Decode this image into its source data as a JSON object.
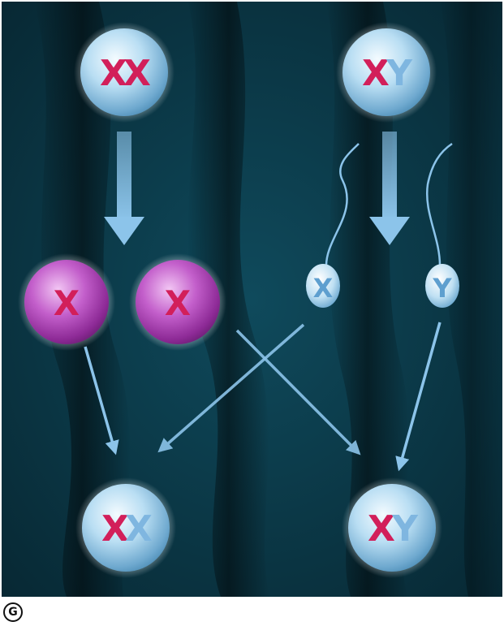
{
  "diagram": {
    "parents": {
      "female": {
        "chromosomes": [
          "X",
          "X"
        ]
      },
      "male": {
        "chromosomes": [
          "X",
          "Y"
        ]
      }
    },
    "gametes": {
      "eggs": [
        {
          "chromosome": "X"
        },
        {
          "chromosome": "X"
        }
      ],
      "sperm": [
        {
          "chromosome": "X"
        },
        {
          "chromosome": "Y"
        }
      ]
    },
    "offspring": {
      "female": {
        "chromosomes": [
          "X",
          "X"
        ]
      },
      "male": {
        "chromosomes": [
          "X",
          "Y"
        ]
      }
    },
    "colors": {
      "background": "#0b3340",
      "x_chromosome": "#d21f5a",
      "y_chromosome": "#7fb6e0",
      "parent_cell": "#a9d6ef",
      "egg_cell": "#b03ab8",
      "arrow": "#8cc4ea"
    }
  },
  "watermark": {
    "symbol": "G"
  }
}
